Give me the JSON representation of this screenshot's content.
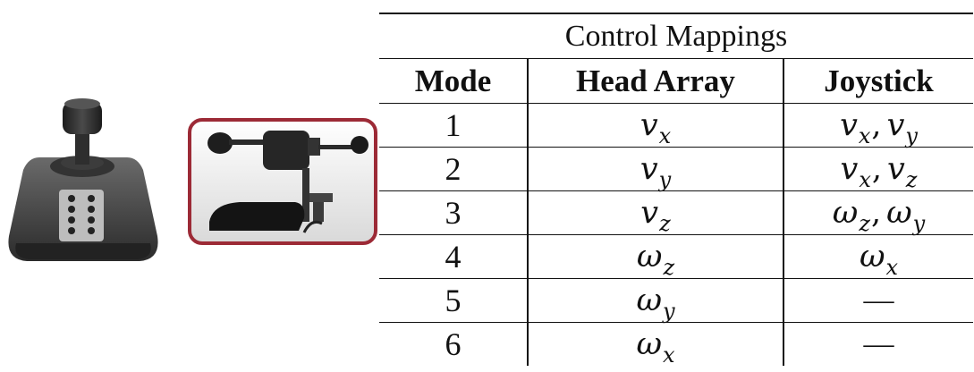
{
  "table": {
    "caption": "Control Mappings",
    "headers": [
      "Mode",
      "Head Array",
      "Joystick"
    ],
    "rows": [
      {
        "mode": "1",
        "head_array": [
          {
            "sym": "v",
            "sub": "x"
          }
        ],
        "joystick": [
          {
            "sym": "v",
            "sub": "x"
          },
          {
            "sym": "v",
            "sub": "y"
          }
        ]
      },
      {
        "mode": "2",
        "head_array": [
          {
            "sym": "v",
            "sub": "y"
          }
        ],
        "joystick": [
          {
            "sym": "v",
            "sub": "x"
          },
          {
            "sym": "v",
            "sub": "z"
          }
        ]
      },
      {
        "mode": "3",
        "head_array": [
          {
            "sym": "v",
            "sub": "z"
          }
        ],
        "joystick": [
          {
            "sym": "ω",
            "sub": "z"
          },
          {
            "sym": "ω",
            "sub": "y"
          }
        ]
      },
      {
        "mode": "4",
        "head_array": [
          {
            "sym": "ω",
            "sub": "z"
          }
        ],
        "joystick": [
          {
            "sym": "ω",
            "sub": "x"
          }
        ]
      },
      {
        "mode": "5",
        "head_array": [
          {
            "sym": "ω",
            "sub": "y"
          }
        ],
        "joystick": "—"
      },
      {
        "mode": "6",
        "head_array": [
          {
            "sym": "ω",
            "sub": "x"
          }
        ],
        "joystick": "—"
      }
    ]
  },
  "images": {
    "joystick": "joystick-controller-icon",
    "head_array": "head-array-photo",
    "head_array_frame_color": "#9c2a36"
  }
}
